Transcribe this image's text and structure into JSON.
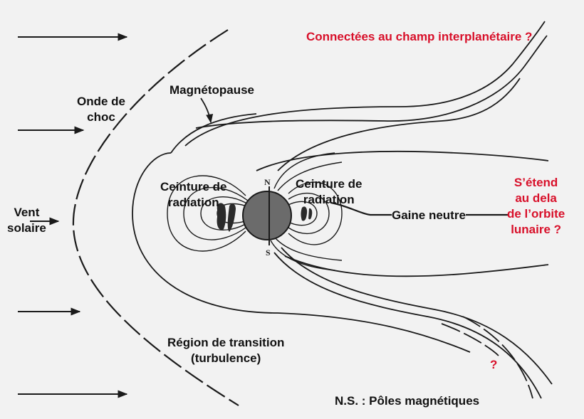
{
  "labels": {
    "onde_de_choc_1": "Onde de",
    "onde_de_choc_2": "choc",
    "magnetopause": "Magnétopause",
    "vent_solaire_1": "Vent",
    "vent_solaire_2": "solaire",
    "ceinture_gauche_1": "Ceinture de",
    "ceinture_gauche_2": "radiation",
    "ceinture_droite_1": "Ceinture de",
    "ceinture_droite_2": "radiation",
    "gaine_neutre": "Gaine neutre",
    "region_transition_1": "Région de transition",
    "region_transition_2": "(turbulence)",
    "poles": "N.S. : Pôles magnétiques",
    "pole_nord": "N",
    "pole_sud": "S"
  },
  "questions": {
    "connectees": "Connectées au champ interplanétaire ?",
    "etend_1": "S’étend",
    "etend_2": "au dela",
    "etend_3": "de l’orbite",
    "etend_4": "lunaire ?",
    "question_mark": "?"
  },
  "colors": {
    "line": "#1a1a1a",
    "question_text": "#d8102a",
    "earth": "#6b6b6b",
    "background": "#f2f2f2"
  }
}
